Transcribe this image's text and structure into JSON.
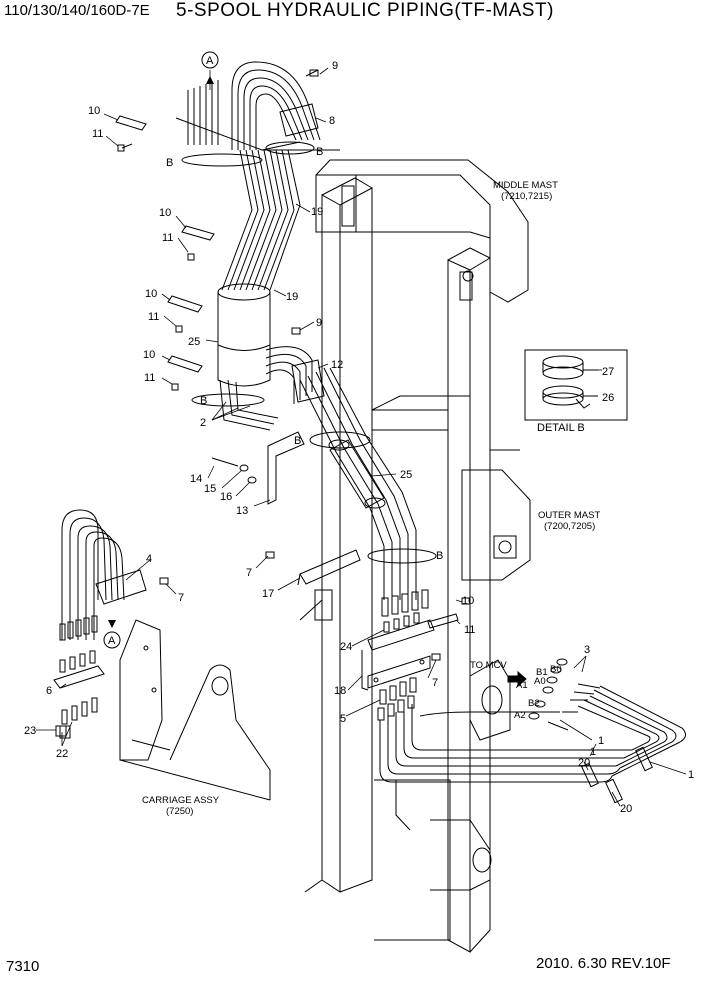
{
  "header": {
    "model_text": "110/130/140/160D-7E",
    "title": "5-SPOOL HYDRAULIC PIPING(TF-MAST)"
  },
  "footer": {
    "page_number": "7310",
    "revision": "2010. 6.30  REV.10F"
  },
  "captions": {
    "middle_mast": "MIDDLE MAST",
    "middle_mast_code": "(7210,7215)",
    "outer_mast": "OUTER MAST",
    "outer_mast_code": "(7200,7205)",
    "carriage": "CARRIAGE ASSY",
    "carriage_code": "(7250)",
    "detail_b": "DETAIL B",
    "to_mcv": "TO MCV"
  },
  "callouts": {
    "c1a": "1",
    "c1b": "1",
    "c1c": "1",
    "c2": "2",
    "c3": "3",
    "c4": "4",
    "c5": "5",
    "c6": "6",
    "c7a": "7",
    "c7b": "7",
    "c7c": "7",
    "c8": "8",
    "c9a": "9",
    "c9b": "9",
    "c10a": "10",
    "c10b": "10",
    "c10c": "10",
    "c10d": "10",
    "c10e": "10",
    "c11a": "11",
    "c11b": "11",
    "c11c": "11",
    "c11d": "11",
    "c11e": "11",
    "c12": "12",
    "c13": "13",
    "c14": "14",
    "c15": "15",
    "c16": "16",
    "c17": "17",
    "c18": "18",
    "c19a": "19",
    "c19b": "19",
    "c20a": "20",
    "c20b": "20",
    "c22": "22",
    "c23": "23",
    "c24": "24",
    "c25a": "25",
    "c25b": "25",
    "c26": "26",
    "c27": "27"
  },
  "markers": {
    "a_top": "A",
    "a_left": "A",
    "b1": "B",
    "b2": "B",
    "b3": "B",
    "b4": "B",
    "b5": "B"
  },
  "ports": {
    "b1": "B1",
    "a1": "A1",
    "a0": "A0",
    "b0": "B0",
    "b2": "B2",
    "a2": "A2"
  }
}
